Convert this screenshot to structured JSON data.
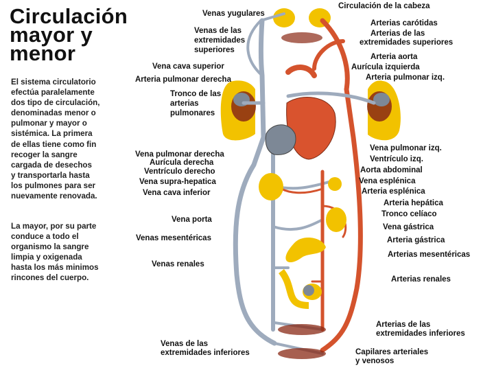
{
  "title": [
    "Circulación",
    "mayor y",
    "menor"
  ],
  "paragraphs": [
    [
      "El sistema circulatorio",
      "efectúa paralelamente",
      "dos tipo de circulación,",
      "denominadas menor o",
      "pulmonar y mayor o",
      "sistémica. La primera",
      "de ellas tiene como fin",
      "recoger la sangre",
      "cargada de desechos",
      "y transportarla hasta",
      "los pulmones para ser",
      "nuevamente renovada."
    ],
    [
      "La mayor, por su parte",
      "conduce a todo el",
      "organismo la sangre",
      "limpia y oxigenada",
      "hasta los más minimos",
      "rincones del cuerpo."
    ]
  ],
  "labels_left": [
    {
      "id": "venas-yugulares",
      "text": "Venas yugulares"
    },
    {
      "id": "venas-extremidades-superiores",
      "text": "Venas de las\nextremidades\nsuperiores"
    },
    {
      "id": "vena-cava-superior",
      "text": "Vena cava superior"
    },
    {
      "id": "arteria-pulmonar-derecha",
      "text": "Arteria pulmonar derecha"
    },
    {
      "id": "tronco-arterias-pulmonares",
      "text": "Tronco de las\narterias\npulmonares"
    },
    {
      "id": "vena-pulmonar-derecha",
      "text": "Vena pulmonar derecha"
    },
    {
      "id": "auricula-derecha",
      "text": "Aurícula derecha"
    },
    {
      "id": "ventriculo-derecho",
      "text": "Ventrículo derecho"
    },
    {
      "id": "vena-supra-hepatica",
      "text": "Vena supra-hepatica"
    },
    {
      "id": "vena-cava-inferior",
      "text": "Vena cava inferior"
    },
    {
      "id": "vena-porta",
      "text": "Vena porta"
    },
    {
      "id": "venas-mesentericas",
      "text": "Venas mesentéricas"
    },
    {
      "id": "venas-renales",
      "text": "Venas renales"
    },
    {
      "id": "venas-extremidades-inferiores",
      "text": "Venas de las\nextremidades inferiores"
    }
  ],
  "labels_right": [
    {
      "id": "circulacion-cabeza",
      "text": "Circulación de la cabeza"
    },
    {
      "id": "arterias-carotidas",
      "text": "Arterias carótidas"
    },
    {
      "id": "arterias-extremidades-superiores",
      "text": "Arterias de las\nextremidades superiores"
    },
    {
      "id": "arteria-aorta",
      "text": "Arteria aorta"
    },
    {
      "id": "auricula-izquierda",
      "text": "Aurícula izquierda"
    },
    {
      "id": "arteria-pulmonar-izq",
      "text": "Arteria pulmonar izq."
    },
    {
      "id": "vena-pulmonar-izq",
      "text": "Vena pulmonar izq."
    },
    {
      "id": "ventriculo-izq",
      "text": "Ventrículo izq."
    },
    {
      "id": "aorta-abdominal",
      "text": "Aorta abdominal"
    },
    {
      "id": "vena-esplenica",
      "text": "Vena esplénica"
    },
    {
      "id": "arteria-esplenica",
      "text": "Arteria esplénica"
    },
    {
      "id": "arteria-hepatica",
      "text": "Arteria hepática"
    },
    {
      "id": "tronco-celiaco",
      "text": "Tronco celíaco"
    },
    {
      "id": "vena-gastrica",
      "text": "Vena gástrica"
    },
    {
      "id": "arteria-gastrica",
      "text": "Arteria gástrica"
    },
    {
      "id": "arterias-mesentericas",
      "text": "Arterias mesentéricas"
    },
    {
      "id": "arterias-renales",
      "text": "Arterias renales"
    },
    {
      "id": "arterias-extremidades-inferiores",
      "text": "Arterias de las\nextremidades inferiores"
    },
    {
      "id": "capilares",
      "text": "Capilares arteriales\ny venosos"
    }
  ],
  "colors": {
    "vein": "#9eabbd",
    "artery": "#d4532d",
    "organ": "#f2c200",
    "heart": "#d9532e",
    "capillary": "#8a2a15"
  }
}
